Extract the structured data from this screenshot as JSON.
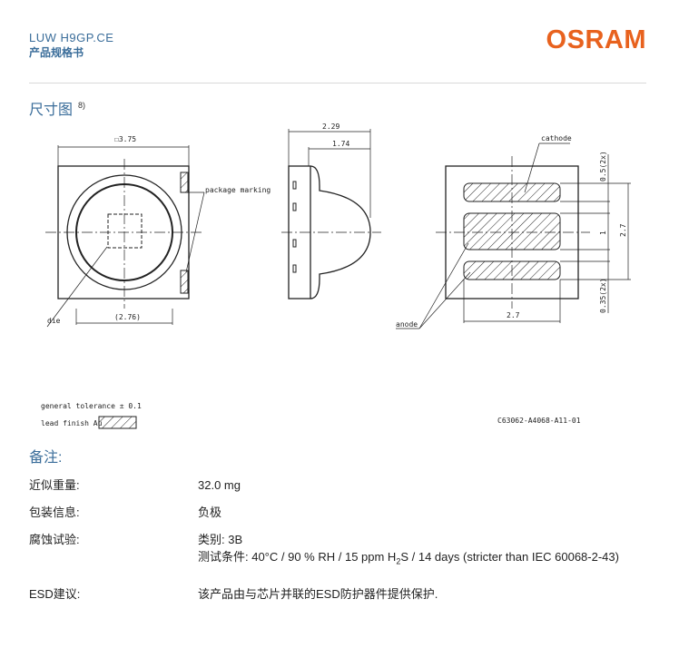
{
  "header": {
    "product_code": "LUW H9GP.CE",
    "subtitle": "产品规格书",
    "logo": "OSRAM"
  },
  "section": {
    "title": "尺寸图",
    "footnote": "8)"
  },
  "drawing": {
    "dim_top_view_width": "☐3.75",
    "dim_side_total": "2.29",
    "dim_side_dome": "1.74",
    "label_package_marking": "package marking",
    "label_die": "die",
    "dim_top_view_inner": "(2.76)",
    "label_cathode": "cathode",
    "label_anode": "anode",
    "dim_bottom_width": "2.7",
    "dim_pad_height": "0.5(2x)",
    "dim_pad_gap": "1",
    "dim_total_pad": "2.7",
    "dim_pad_bottom": "0.35(2x)",
    "general_tolerance": "general tolerance ± 0.1",
    "lead_finish": "lead finish Au",
    "drawing_number": "C63062-A4068-A11-01"
  },
  "notes": {
    "title": "备注:",
    "rows": [
      {
        "key": "近似重量:",
        "value": "32.0 mg"
      },
      {
        "key": "包装信息:",
        "value": "负极"
      },
      {
        "key": "腐蚀试验:",
        "value": "类别: 3B"
      },
      {
        "key": "",
        "value_prefix": "测试条件: 40°C / 90 % RH / 15 ppm H",
        "value_sub": "2",
        "value_suffix": "S / 14 days (stricter than IEC 60068-2-43)"
      },
      {
        "key": "ESD建议:",
        "value": "该产品由与芯片并联的ESD防护器件提供保护."
      }
    ]
  }
}
